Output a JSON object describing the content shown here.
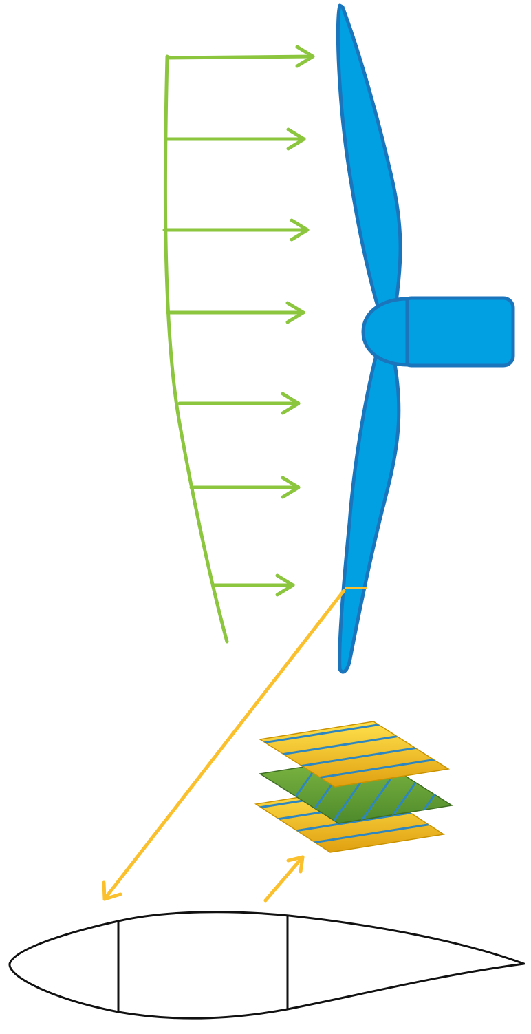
{
  "colors": {
    "wind": "#8CC63F",
    "blade_fill": "#00A0E3",
    "blade_stroke": "#1B75BC",
    "callout": "#FBC02D",
    "ply_yellow_light": "#FFE14D",
    "ply_yellow_dark": "#E0A010",
    "ply_green_light": "#7FB843",
    "ply_green_dark": "#4E8A2B",
    "fiber": "#2E86C1",
    "airfoil_stroke": "#111111"
  },
  "wind_profile": {
    "arrow_count": 7,
    "shape": "power-law shear profile (longer arrows at higher height)"
  },
  "composite_layup": {
    "ply_count": 3,
    "ply_orientations": [
      "0°",
      "45°",
      "0°"
    ]
  },
  "airfoil": {
    "shear_webs": 2
  }
}
